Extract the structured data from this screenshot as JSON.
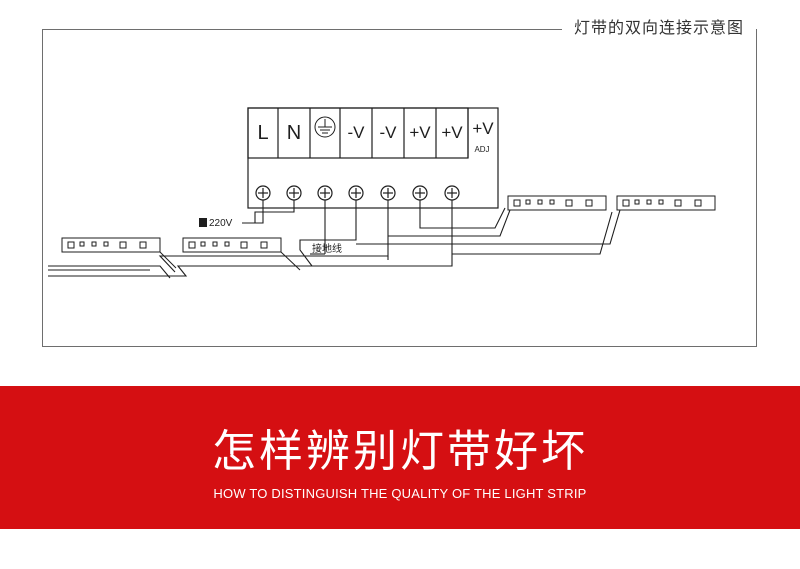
{
  "diagram": {
    "caption": "灯带的双向连接示意图",
    "terminals": [
      {
        "label": "L",
        "sub": ""
      },
      {
        "label": "N",
        "sub": ""
      },
      {
        "label": "",
        "sub": "",
        "icon": "ground-symbol"
      },
      {
        "label": "-V",
        "sub": ""
      },
      {
        "label": "-V",
        "sub": ""
      },
      {
        "label": "+V",
        "sub": ""
      },
      {
        "label": "+V",
        "sub": ""
      },
      {
        "label": "+V",
        "sub": "ADJ"
      }
    ],
    "input_voltage": "220V",
    "ground_label": "接地线"
  },
  "banner": {
    "title": "怎样辨别灯带好坏",
    "subtitle": "HOW TO DISTINGUISH THE QUALITY OF THE LIGHT STRIP"
  },
  "colors": {
    "band": "#d50f12",
    "line": "#1e1e1e",
    "frame": "#6e6e6e"
  }
}
